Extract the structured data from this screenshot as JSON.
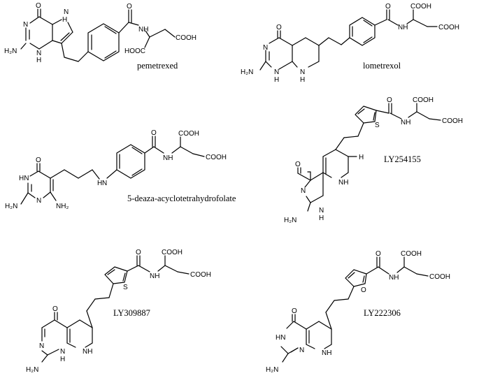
{
  "compounds": [
    {
      "name": "pemetrexed"
    },
    {
      "name": "lometrexol"
    },
    {
      "name": "5-deaza-acyclotetrahydrofolate"
    },
    {
      "name": "LY254155"
    },
    {
      "name": "LY309887"
    },
    {
      "name": "LY222306"
    }
  ],
  "atoms": {
    "O": "O",
    "N": "N",
    "NH": "NH",
    "HN": "HN",
    "H": "H",
    "S": "S",
    "H2N": "H₂N",
    "NH2": "NH₂",
    "COOH": "COOH",
    "HOOC": "HOOC"
  }
}
